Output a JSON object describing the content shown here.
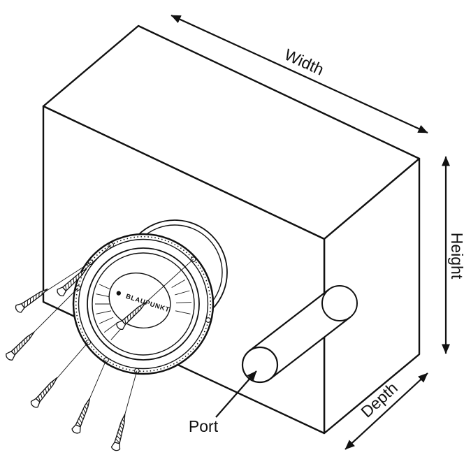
{
  "diagram": {
    "labels": {
      "width": "Width",
      "height": "Height",
      "depth": "Depth",
      "port": "Port"
    },
    "speaker": {
      "brand": "BLAUPUNKT"
    },
    "colors": {
      "line": "#111111",
      "background": "#ffffff"
    }
  }
}
